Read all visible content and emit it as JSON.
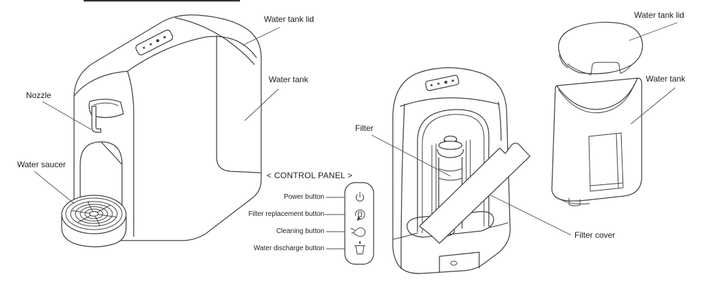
{
  "diagram": {
    "labels": {
      "water_tank_lid_left": "Water tank lid",
      "water_tank_left": "Water tank",
      "nozzle": "Nozzle",
      "water_saucer": "Water saucer",
      "filter": "Filter",
      "filter_cover": "Filter cover",
      "water_tank_lid_right": "Water tank lid",
      "water_tank_right": "Water tank"
    },
    "control_panel": {
      "title": "< CONTROL PANEL >",
      "buttons": [
        {
          "label": "Power button",
          "icon": "power-icon"
        },
        {
          "label": "Filter replacement button",
          "icon": "filter-replacement-icon"
        },
        {
          "label": "Cleaning button",
          "icon": "cleaning-icon"
        },
        {
          "label": "Water discharge button",
          "icon": "water-discharge-icon"
        }
      ]
    },
    "colors": {
      "line": "#3f3f3f",
      "leader_line": "#4a4a4a",
      "text": "#1c1c1c",
      "background": "#ffffff"
    }
  }
}
